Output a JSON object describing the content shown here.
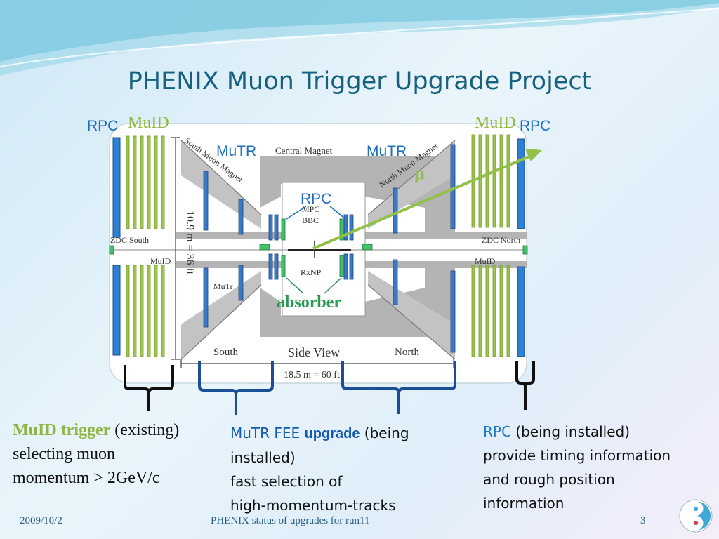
{
  "slide": {
    "title": "PHENIX Muon Trigger Upgrade Project",
    "accent_color": "#17607e"
  },
  "overlay_labels": {
    "rpc_left": "RPC",
    "muid_left": "MuID",
    "muid_right": "MuID",
    "rpc_right": "RPC",
    "mutr_left": "MuTR",
    "mutr_right": "MuTR",
    "rpc_center": "RPC",
    "mu": "μ",
    "absorber": "absorber"
  },
  "diagram": {
    "south_magnet": "South Muon Magnet",
    "central_magnet": "Central Magnet",
    "north_magnet": "North Muon Magnet",
    "height_dim": "10.9 m = 36 ft",
    "width_dim": "18.5 m = 60 ft",
    "zdc_south": "ZDC South",
    "zdc_north": "ZDC North",
    "muid_south": "MuID",
    "muid_north": "MuID",
    "mutr_south": "MuTr",
    "mpc": "MPC",
    "bbc": "BBC",
    "rxnp": "RxNP",
    "south": "South",
    "side_view": "Side View",
    "north": "North"
  },
  "captions": {
    "muid_title": "MuID trigger",
    "muid_rest1": " (existing)",
    "muid_line2": "selecting muon",
    "muid_line3": "momentum > 2GeV/c",
    "mutr_title": "MuTR FEE ",
    "mutr_upgrade": "upgrade",
    "mutr_rest1": " (being",
    "mutr_line2": "installed)",
    "mutr_line3": "fast selection of",
    "mutr_line4": "high-momentum-tracks",
    "rpc_title": "RPC",
    "rpc_rest1": " (being installed)",
    "rpc_line2": "provide timing information",
    "rpc_line3": "and rough position",
    "rpc_line4": "information"
  },
  "footer": {
    "date": "2009/10/2",
    "center": "PHENIX status of upgrades for run11",
    "page": "3"
  },
  "icons": [
    "phenix-logo-icon"
  ]
}
